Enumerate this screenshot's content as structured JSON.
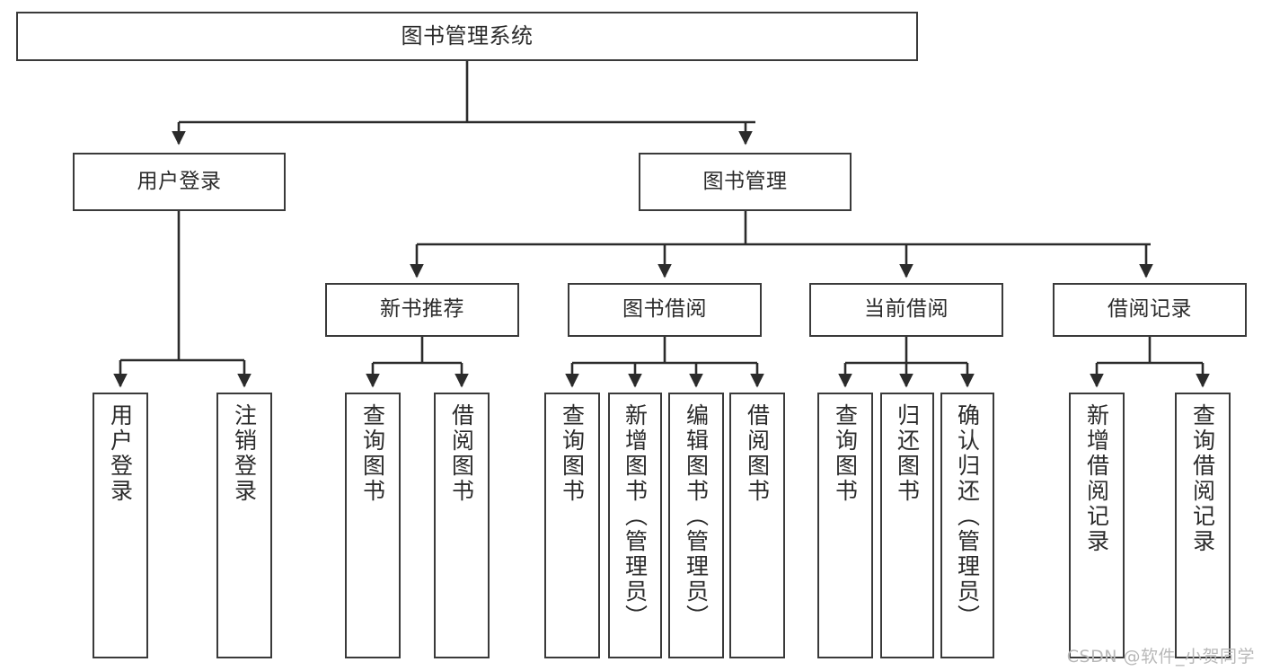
{
  "diagram": {
    "type": "tree",
    "title": "图书管理系统",
    "watermark": "CSDN @软件_小贺同学",
    "colors": {
      "box_border": "#3a3a3a",
      "box_fill": "#ffffff",
      "connector": "#2b2b2b",
      "text": "#2b2b2b",
      "watermark": "#b8b8b8",
      "background": "#ffffff"
    },
    "levels": {
      "root": {
        "label": "图书管理系统"
      },
      "level2": [
        {
          "label": "用户登录"
        },
        {
          "label": "图书管理"
        }
      ],
      "level3": [
        {
          "label": "新书推荐"
        },
        {
          "label": "图书借阅"
        },
        {
          "label": "当前借阅"
        },
        {
          "label": "借阅记录"
        }
      ],
      "leaves": {
        "user_login": [
          {
            "label": "用户登录"
          },
          {
            "label": "注销登录"
          }
        ],
        "new_book": [
          {
            "label": "查询图书"
          },
          {
            "label": "借阅图书"
          }
        ],
        "book_borrow": [
          {
            "label": "查询图书"
          },
          {
            "label": "新增图书（管理员）"
          },
          {
            "label": "编辑图书（管理员）"
          },
          {
            "label": "借阅图书"
          }
        ],
        "current_borrow": [
          {
            "label": "查询图书"
          },
          {
            "label": "归还图书"
          },
          {
            "label": "确认归还（管理员）"
          }
        ],
        "borrow_record": [
          {
            "label": "新增借阅记录"
          },
          {
            "label": "查询借阅记录"
          }
        ]
      }
    }
  }
}
